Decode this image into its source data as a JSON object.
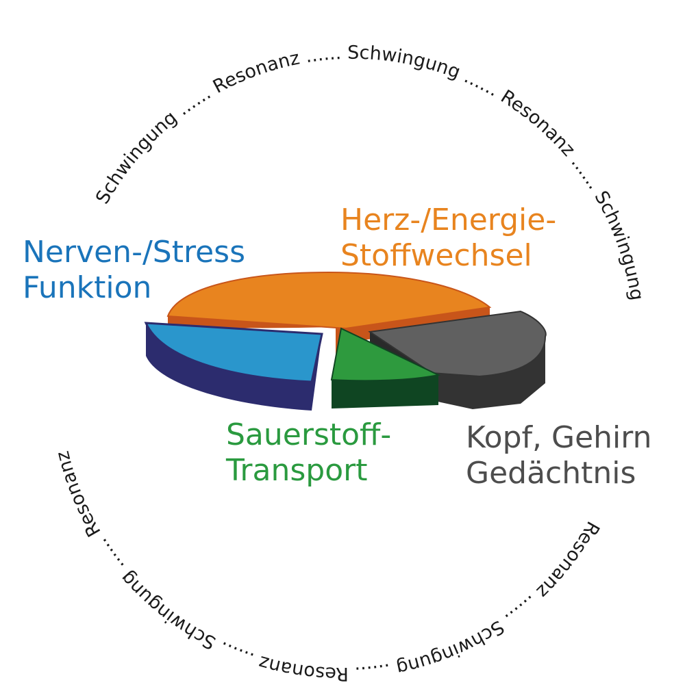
{
  "ring": {
    "text_top": "Schwingung ...... Resonanz ...... Schwingung ...... Resonanz ...... Schwingung",
    "text_bottom": "Resonanz ...... Schwingung ...... Resonanz ...... Schwingung ...... Resonanz"
  },
  "segments": [
    {
      "id": "herz",
      "lines": [
        "Herz-/Energie-",
        "Stoffwechsel"
      ],
      "color": "#e8841f",
      "side_color": "#c8551a"
    },
    {
      "id": "nerven",
      "lines": [
        "Nerven-/Stress",
        "Funktion"
      ],
      "color": "#2a96cc",
      "side_color": "#2c2c6e"
    },
    {
      "id": "sauer",
      "lines": [
        "Sauerstoff-",
        "Transport"
      ],
      "color": "#2e9a3e",
      "side_color": "#0f4522"
    },
    {
      "id": "kopf",
      "lines": [
        "Kopf, Gehirn",
        "Gedächtnis"
      ],
      "color": "#606060",
      "side_color": "#333333"
    }
  ],
  "colors": {
    "herz_label": "#e8841f",
    "nerven_label": "#1a74ba",
    "sauer_label": "#2a9a3f",
    "kopf_label": "#4d4d4d"
  }
}
